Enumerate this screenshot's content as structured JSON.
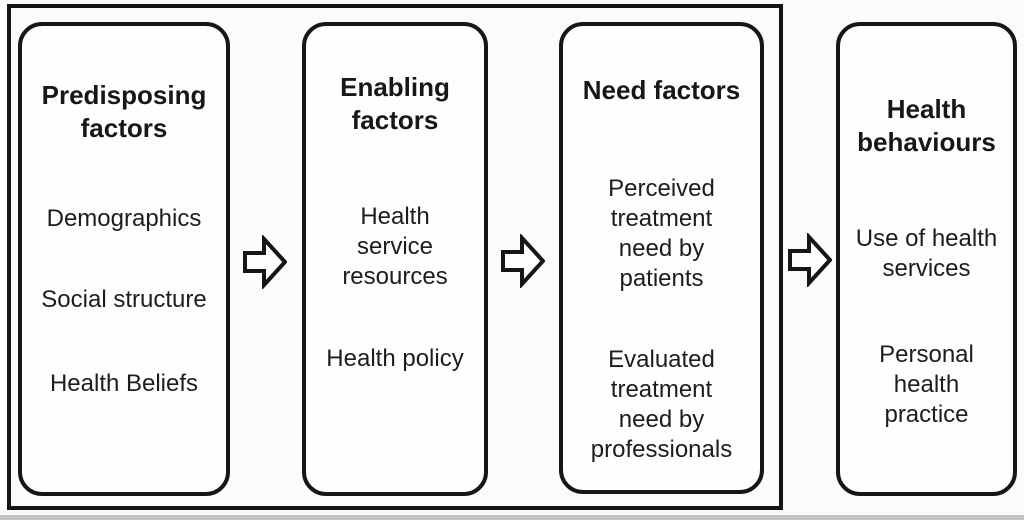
{
  "diagram": {
    "boxes": [
      {
        "title": "Predisposing\nfactors",
        "items": [
          "Demographics",
          "Social structure",
          "Health Beliefs"
        ]
      },
      {
        "title": "Enabling\nfactors",
        "items": [
          "Health\nservice\nresources",
          "Health policy"
        ]
      },
      {
        "title": "Need factors",
        "items": [
          "Perceived\ntreatment\nneed by\npatients",
          "Evaluated\ntreatment\nneed by\nprofessionals"
        ]
      },
      {
        "title": "Health\nbehaviours",
        "items": [
          "Use of health\nservices",
          "Personal\nhealth\npractice"
        ]
      }
    ],
    "arrows": [
      {
        "icon": "block-arrow-right"
      },
      {
        "icon": "block-arrow-right"
      },
      {
        "icon": "block-arrow-right"
      }
    ],
    "colors": {
      "line": "#161616",
      "text": "#1d1d1d",
      "background": "#fbfbfb",
      "box_fill": "#fefefe",
      "scan_edge": "#c4c4c4"
    }
  }
}
